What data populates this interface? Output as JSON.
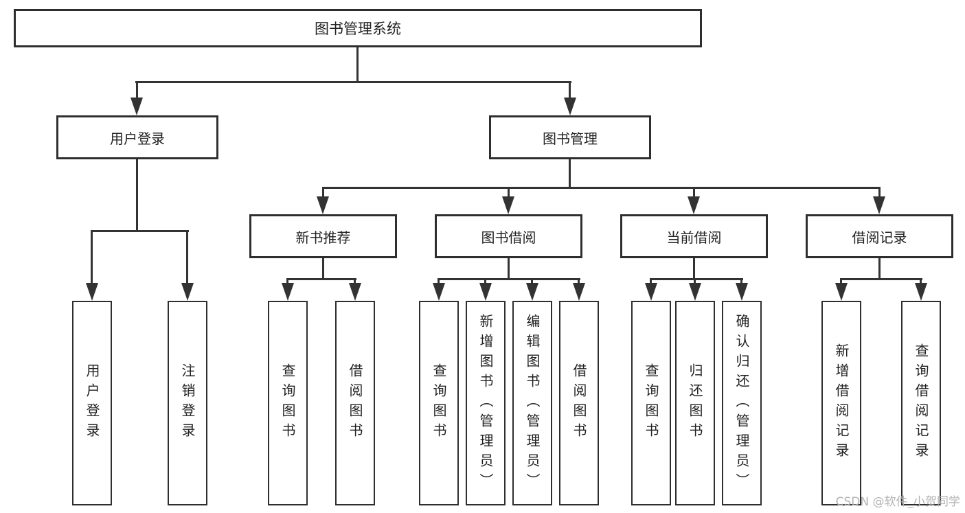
{
  "colors": {
    "background": "#ffffff",
    "line": "#333333",
    "box_border": "#2e2e2e",
    "text": "#222222",
    "watermark": "#b3b3b3"
  },
  "chart": {
    "root": {
      "label": "图书管理系统"
    },
    "branches": [
      {
        "label": "用户登录",
        "leaves": [
          {
            "label": "用户登录"
          },
          {
            "label": "注销登录"
          }
        ]
      },
      {
        "label": "图书管理",
        "groups": [
          {
            "label": "新书推荐",
            "leaves": [
              {
                "label": "查询图书"
              },
              {
                "label": "借阅图书"
              }
            ]
          },
          {
            "label": "图书借阅",
            "leaves": [
              {
                "label": "查询图书"
              },
              {
                "label": "新增图书（管理员）"
              },
              {
                "label": "编辑图书（管理员）"
              },
              {
                "label": "借阅图书"
              }
            ]
          },
          {
            "label": "当前借阅",
            "leaves": [
              {
                "label": "查询图书"
              },
              {
                "label": "归还图书"
              },
              {
                "label": "确认归还（管理员）"
              }
            ]
          },
          {
            "label": "借阅记录",
            "leaves": [
              {
                "label": "新增借阅记录"
              },
              {
                "label": "查询借阅记录"
              }
            ]
          }
        ]
      }
    ]
  },
  "watermark": {
    "text": "CSDN @软件_小贺同学"
  }
}
